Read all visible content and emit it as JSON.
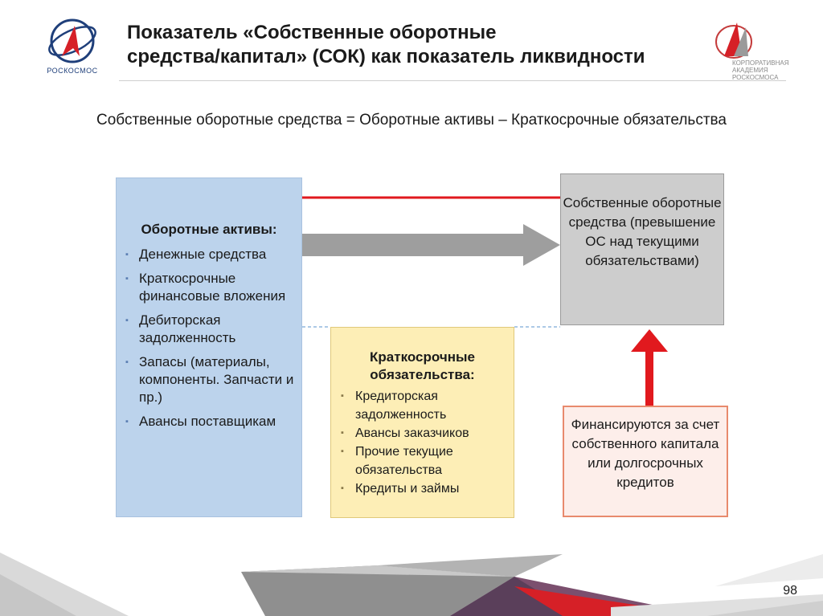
{
  "header": {
    "title_line1": "Показатель «Собственные оборотные",
    "title_line2": "средства/капитал» (СОК) как показатель ликвидности",
    "logo_left_caption": "РОСКОСМОС",
    "logo_right_caption_line1": "КОРПОРАТИВНАЯ",
    "logo_right_caption_line2": "АКАДЕМИЯ",
    "logo_right_caption_line3": "РОСКОСМОСА"
  },
  "formula": "Собственные оборотные средства = Оборотные активы – Краткосрочные обязательства",
  "assets_box": {
    "heading": "Оборотные активы:",
    "items": [
      "Денежные средства",
      "Краткосрочные финансовые вложения",
      "Дебиторская задолженность",
      "Запасы (материалы, компоненты. Запчасти и пр.)",
      "Авансы поставщикам"
    ]
  },
  "liabilities_box": {
    "heading": "Краткосрочные обязательства:",
    "items": [
      "Кредиторская задолженность",
      "Авансы заказчиков",
      "Прочие текущие обязательства",
      "Кредиты и займы"
    ]
  },
  "own_funds_box": {
    "text": "Собственные оборотные средства (превышение ОС над текущими обязательствами)"
  },
  "financing_box": {
    "text": "Финансируются за счет собственного капитала или долгосрочных кредитов"
  },
  "page_number": "98",
  "colors": {
    "assets_fill": "#bcd3ec",
    "liabilities_fill": "#fdeeb6",
    "own_funds_fill": "#cdcdcd",
    "financing_fill": "#fdeeea",
    "financing_border": "#e88a6d",
    "red_line": "#e1191e",
    "arrow_gray": "#9e9e9e",
    "up_arrow_red": "#e1191e",
    "dashed_line": "#7aa9d6"
  }
}
